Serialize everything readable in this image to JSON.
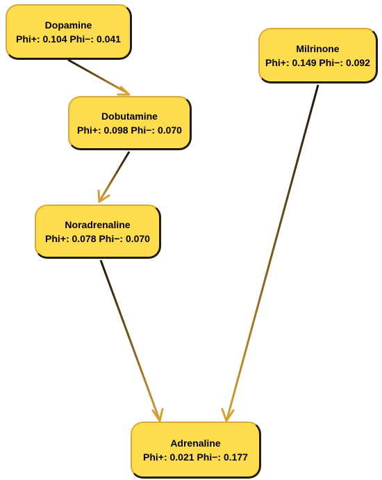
{
  "nodes": {
    "dopamine": {
      "name": "Dopamine",
      "scores": "Phi+: 0.104 Phi−: 0.041"
    },
    "dobutamine": {
      "name": "Dobutamine",
      "scores": "Phi+: 0.098 Phi−: 0.070"
    },
    "noradrenaline": {
      "name": "Noradrenaline",
      "scores": "Phi+: 0.078 Phi−: 0.070"
    },
    "milrinone": {
      "name": "Milrinone",
      "scores": "Phi+: 0.149 Phi−: 0.092"
    },
    "adrenaline": {
      "name": "Adrenaline",
      "scores": "Phi+: 0.021 Phi−: 0.177"
    }
  },
  "edges": [
    {
      "from": "Dopamine",
      "to": "Dobutamine"
    },
    {
      "from": "Dobutamine",
      "to": "Noradrenaline"
    },
    {
      "from": "Noradrenaline",
      "to": "Adrenaline"
    },
    {
      "from": "Milrinone",
      "to": "Adrenaline"
    }
  ],
  "colors": {
    "node_fill": "#fddc4d",
    "node_border_light": "#d8a838",
    "node_border_dark": "#1d1a12",
    "edge_dark": "#1a1408",
    "edge_light": "#d9a030"
  }
}
